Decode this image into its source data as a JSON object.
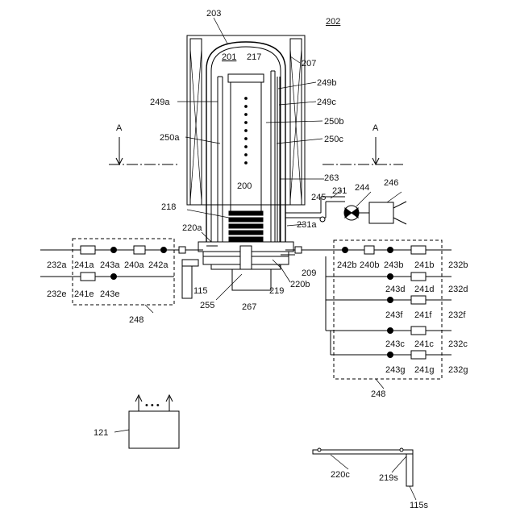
{
  "labels": {
    "l203": "203",
    "l202": "202",
    "l201": "201",
    "l217": "217",
    "l207": "207",
    "l249b": "249b",
    "l249a": "249a",
    "l249c": "249c",
    "l250b": "250b",
    "l250a": "250a",
    "l250c": "250c",
    "A_left": "A",
    "A_right": "A",
    "l263": "263",
    "l246": "246",
    "l244": "244",
    "l231": "231",
    "l245": "245",
    "l200": "200",
    "l218": "218",
    "l231a": "231a",
    "l220a": "220a",
    "l232a": "232a",
    "l241a": "241a",
    "l243a": "243a",
    "l240a": "240a",
    "l242a": "242a",
    "l232e": "232e",
    "l241e": "241e",
    "l243e": "243e",
    "l115": "115",
    "l255": "255",
    "l267": "267",
    "l219": "219",
    "l209": "209",
    "l220b": "220b",
    "l248_left": "248",
    "l242b": "242b",
    "l240b": "240b",
    "l243b": "243b",
    "l241b": "241b",
    "l232b": "232b",
    "l243d": "243d",
    "l241d": "241d",
    "l232d": "232d",
    "l243f": "243f",
    "l241f": "241f",
    "l232f": "232f",
    "l243c": "243c",
    "l241c": "241c",
    "l232c": "232c",
    "l243g": "243g",
    "l241g": "241g",
    "l232g": "232g",
    "l248_right": "248",
    "l121": "121",
    "dots": "• • •",
    "l220c": "220c",
    "l219s": "219s",
    "l115s": "115s"
  }
}
